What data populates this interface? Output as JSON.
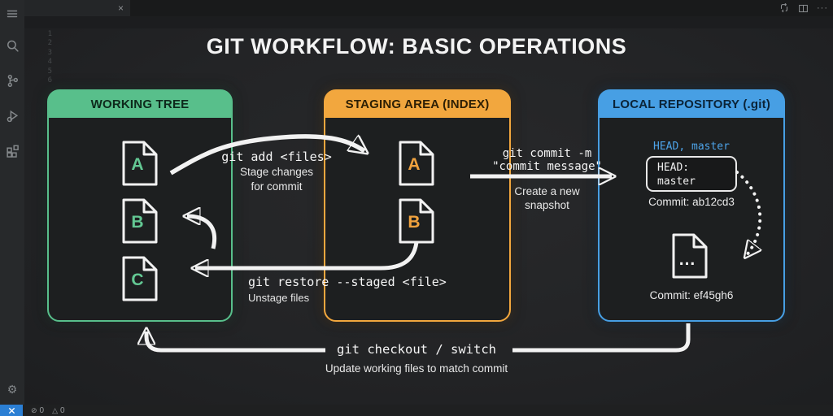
{
  "editor": {
    "tab_close": "×",
    "more_actions": "···",
    "gutter": [
      "1",
      "2",
      "3",
      "4",
      "5",
      "6"
    ],
    "settings_glyph": "⚙",
    "status": {
      "errors": "0",
      "warnings": "0",
      "error_glyph": "⊘",
      "warning_glyph": "△"
    }
  },
  "diagram": {
    "title": "GIT WORKFLOW: BASIC OPERATIONS",
    "working_tree": {
      "header": "WORKING TREE",
      "accent": "#58bf8b",
      "files": [
        "A",
        "B",
        "C"
      ]
    },
    "staging": {
      "header": "STAGING AREA (INDEX)",
      "accent": "#f2a73e",
      "files": [
        "A",
        "B"
      ]
    },
    "repo": {
      "header": "LOCAL REPOSITORY (.git)",
      "accent": "#479fe4",
      "ref": "HEAD, master",
      "head_line1": "HEAD:",
      "head_line2": "master",
      "commit_top": "Commit: ab12cd3",
      "commit_bottom": "Commit: ef45gh6",
      "snapshot_dots": "..."
    },
    "arrows": {
      "add": {
        "cmd": "git add <files>",
        "cap1": "Stage changes",
        "cap2": "for commit"
      },
      "commit": {
        "cmd1": "git commit -m",
        "cmd2": "\"commit message\"",
        "cap1": "Create a new",
        "cap2": "snapshot"
      },
      "restore": {
        "cmd": "git restore --staged <file>",
        "cap": "Unstage files"
      },
      "checkout": {
        "cmd": "git checkout / switch",
        "cap": "Update working files to match commit"
      }
    }
  }
}
